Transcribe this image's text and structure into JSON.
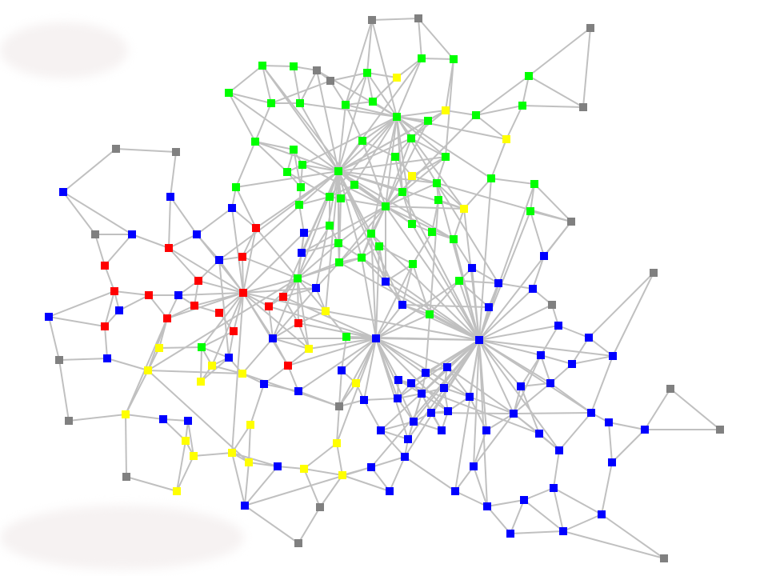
{
  "diagram": {
    "type": "network-graph",
    "edge_color": "#c0c0c0",
    "groups": [
      {
        "name": "gray",
        "color": "#808080",
        "node_count": 21
      },
      {
        "name": "green",
        "color": "#00ff00",
        "node_count": 52
      },
      {
        "name": "yellow",
        "color": "#ffff00",
        "node_count": 23
      },
      {
        "name": "red",
        "color": "#ff0000",
        "node_count": 17
      },
      {
        "name": "blue",
        "color": "#0000ff",
        "node_count": 72
      }
    ]
  }
}
